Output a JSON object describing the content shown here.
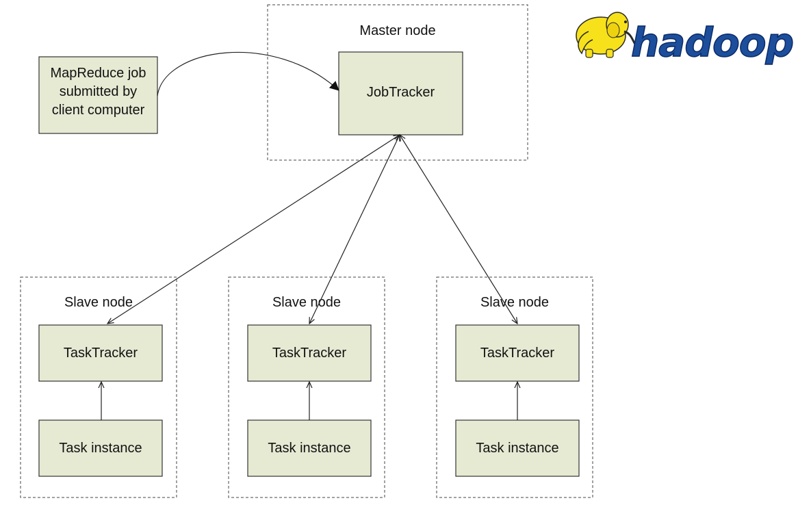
{
  "master": {
    "title": "Master node",
    "jobtracker": "JobTracker"
  },
  "client": {
    "lines": [
      "MapReduce job",
      "submitted by",
      "client computer"
    ]
  },
  "slaves": [
    {
      "title": "Slave node",
      "tasktracker": "TaskTracker",
      "task": "Task instance"
    },
    {
      "title": "Slave node",
      "tasktracker": "TaskTracker",
      "task": "Task instance"
    },
    {
      "title": "Slave node",
      "tasktracker": "TaskTracker",
      "task": "Task instance"
    }
  ],
  "logo": {
    "word": "hadoop",
    "colors": {
      "elephant": "#f7e11a",
      "word": "#1c4e9c"
    }
  },
  "colors": {
    "box_fill": "#e6ead3",
    "box_stroke": "#333333",
    "group_stroke": "#444444"
  }
}
